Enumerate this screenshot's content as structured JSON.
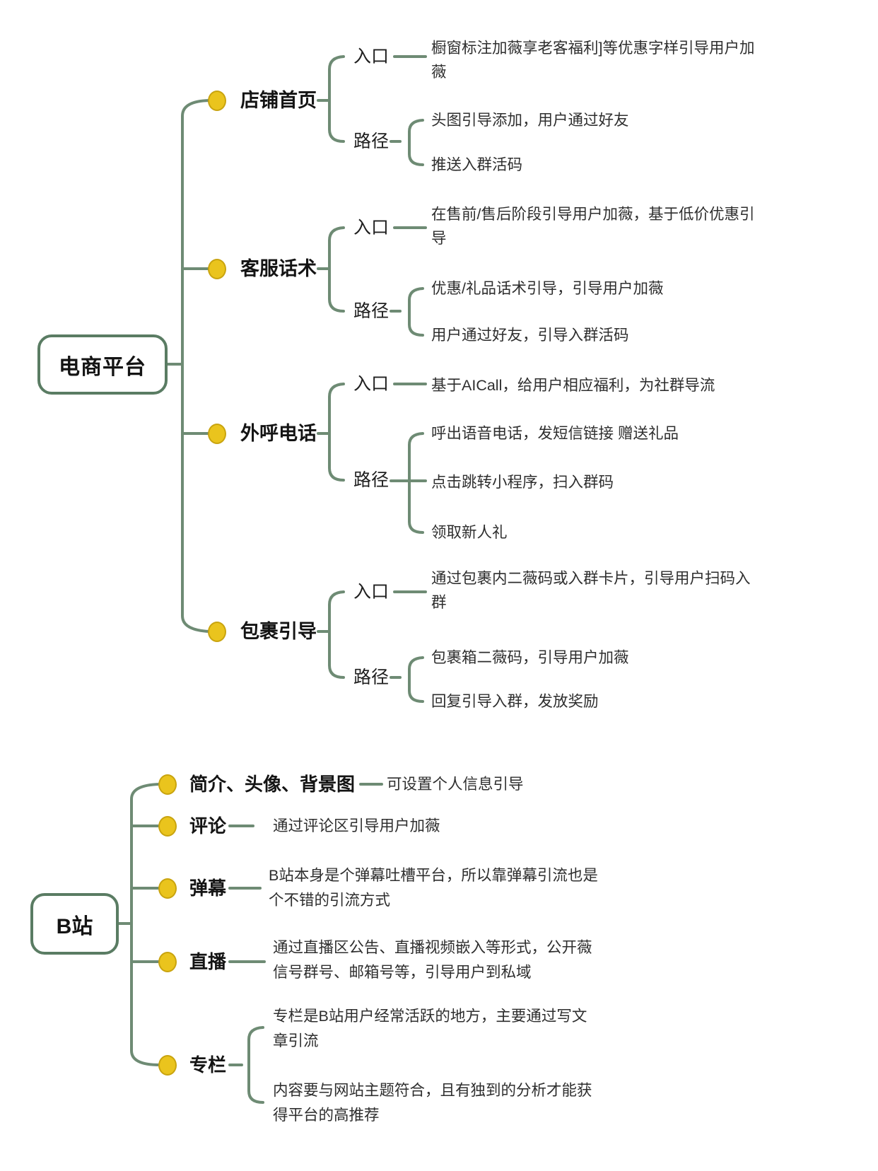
{
  "palette": {
    "line_color": "#6e8b74",
    "box_border_color": "#5a7c63",
    "dot_fill": "#eac41d",
    "dot_stroke": "#c9a40f",
    "label_color": "#141414",
    "text_color": "#2e2e2e",
    "background": "#ffffff"
  },
  "ecommerce": {
    "root": "电商平台",
    "branches": [
      {
        "label": "店铺首页",
        "children": [
          {
            "label": "入口",
            "items": [
              "橱窗标注加薇享老客福利]等优惠字样引导用户加薇"
            ]
          },
          {
            "label": "路径",
            "items": [
              "头图引导添加，用户通过好友",
              "推送入群活码"
            ]
          }
        ]
      },
      {
        "label": "客服话术",
        "children": [
          {
            "label": "入口",
            "items": [
              "在售前/售后阶段引导用户加薇，基于低价优惠引导"
            ]
          },
          {
            "label": "路径",
            "items": [
              "优惠/礼品话术引导，引导用户加薇",
              "用户通过好友，引导入群活码"
            ]
          }
        ]
      },
      {
        "label": "外呼电话",
        "children": [
          {
            "label": "入口",
            "items": [
              "基于AICall，给用户相应福利，为社群导流"
            ]
          },
          {
            "label": "路径",
            "items": [
              "呼出语音电话，发短信链接 赠送礼品",
              "点击跳转小程序，扫入群码",
              "领取新人礼"
            ]
          }
        ]
      },
      {
        "label": "包裹引导",
        "children": [
          {
            "label": "入口",
            "items": [
              "通过包裹内二薇码或入群卡片，引导用户扫码入群"
            ]
          },
          {
            "label": "路径",
            "items": [
              "包裹箱二薇码，引导用户加薇",
              "回复引导入群，发放奖励"
            ]
          }
        ]
      }
    ]
  },
  "bilibili": {
    "root": "B站",
    "branches": [
      {
        "label": "简介、头像、背景图",
        "items": [
          "可设置个人信息引导"
        ]
      },
      {
        "label": "评论",
        "items": [
          "通过评论区引导用户加薇"
        ]
      },
      {
        "label": "弹幕",
        "items": [
          "B站本身是个弹幕吐槽平台，所以靠弹幕引流也是个不错的引流方式"
        ]
      },
      {
        "label": "直播",
        "items": [
          "通过直播区公告、直播视频嵌入等形式，公开薇信号群号、邮箱号等，引导用户到私域"
        ]
      },
      {
        "label": "专栏",
        "items": [
          "专栏是B站用户经常活跃的地方，主要通过写文章引流",
          "内容要与网站主题符合，且有独到的分析才能获得平台的高推荐"
        ]
      }
    ]
  }
}
